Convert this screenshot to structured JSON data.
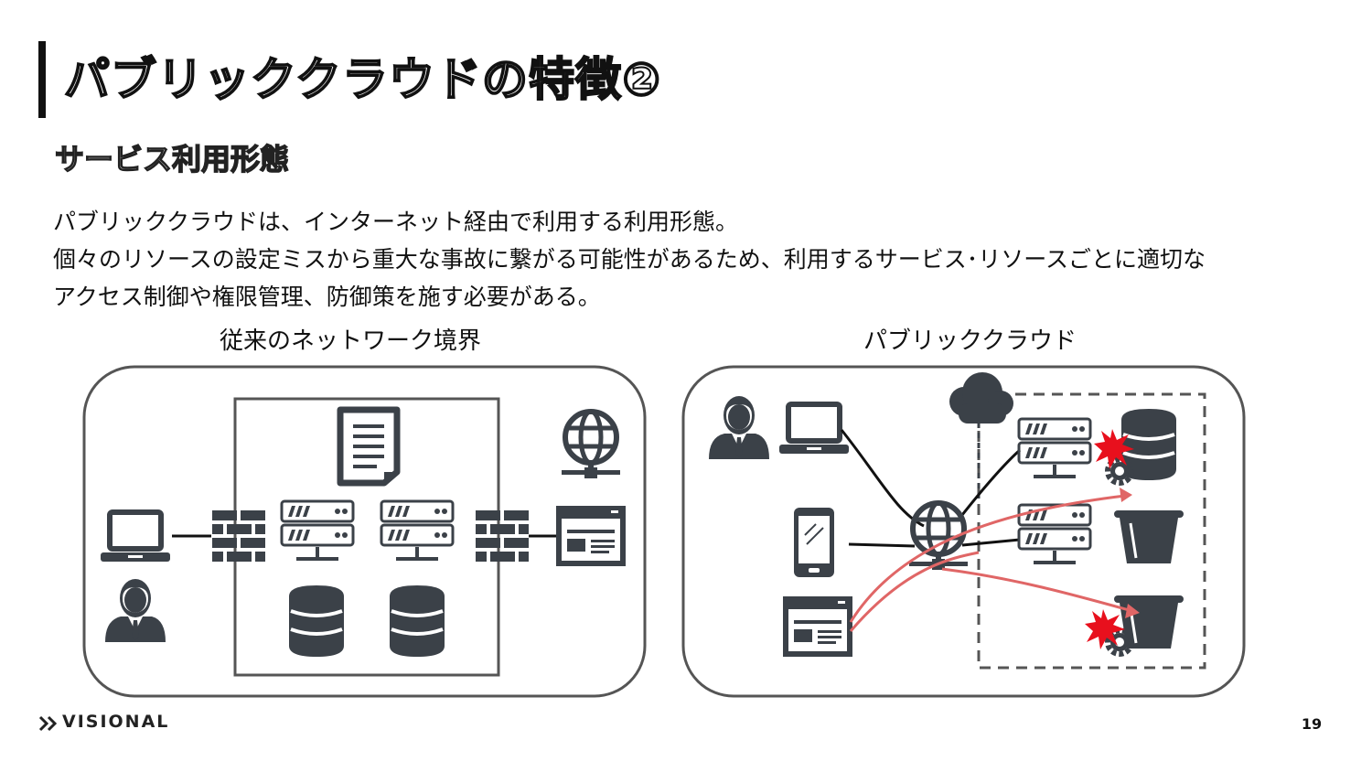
{
  "slide": {
    "title": "パブリッククラウドの特徴②",
    "subtitle": "サービス利用形態",
    "body_lines": [
      "パブリッククラウドは、インターネット経由で利用する利用形態。",
      "個々のリソースの設定ミスから重大な事故に繋がる可能性があるため、利用するサービス･リソースごとに適切な",
      "アクセス制御や権限管理、防御策を施す必要がある。"
    ],
    "page_number": "19"
  },
  "diagrams": {
    "left_label": "従来のネットワーク境界",
    "right_label": "パブリッククラウド"
  },
  "footer": {
    "logo_text": "VISIONAL",
    "logo_mark": "»"
  },
  "colors": {
    "icon": "#3b4148",
    "frame": "#555555",
    "arrow": "#e06666",
    "burst": "#e8101d",
    "text": "#111111"
  },
  "icons": [
    "laptop-icon",
    "user-icon",
    "firewall-icon",
    "server-icon",
    "database-icon",
    "document-icon",
    "globe-icon",
    "browser-window-icon",
    "cloud-icon",
    "smartphone-icon",
    "bucket-icon",
    "gear-icon",
    "burst-icon"
  ]
}
